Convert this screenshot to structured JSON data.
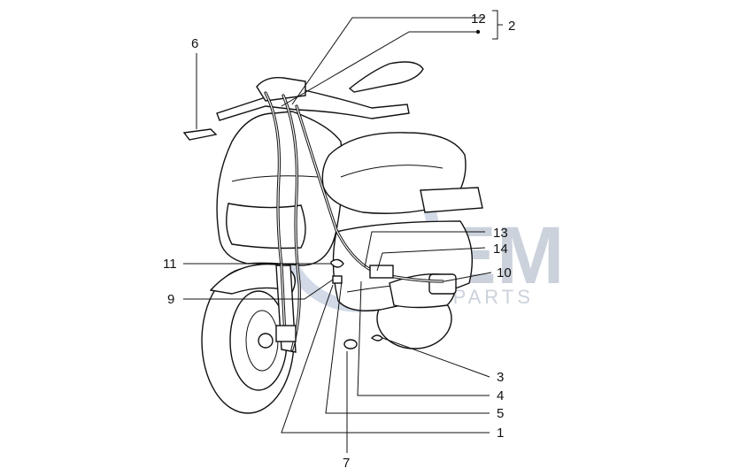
{
  "diagram": {
    "watermark": {
      "logo_text": "GEM",
      "tagline": "MOTOPARTS"
    },
    "callouts": [
      {
        "id": "c12",
        "label": "12"
      },
      {
        "id": "c2",
        "label": "2"
      },
      {
        "id": "c6",
        "label": "6"
      },
      {
        "id": "c11",
        "label": "11"
      },
      {
        "id": "c9",
        "label": "9"
      },
      {
        "id": "c13",
        "label": "13"
      },
      {
        "id": "c14",
        "label": "14"
      },
      {
        "id": "c10",
        "label": "10"
      },
      {
        "id": "c3",
        "label": "3"
      },
      {
        "id": "c4",
        "label": "4"
      },
      {
        "id": "c5",
        "label": "5"
      },
      {
        "id": "c1",
        "label": "1"
      },
      {
        "id": "c7",
        "label": "7"
      }
    ]
  }
}
